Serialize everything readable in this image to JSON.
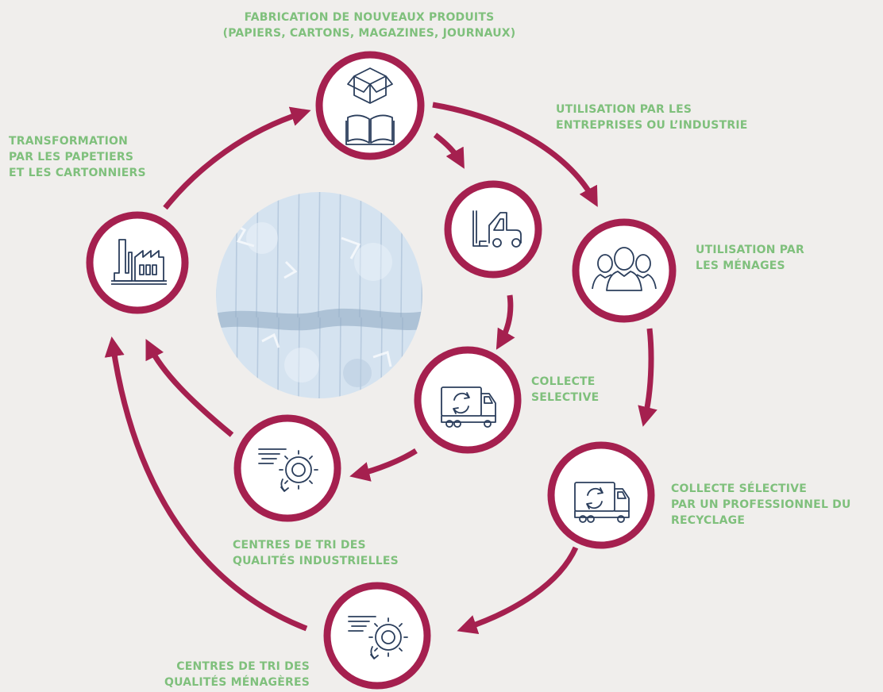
{
  "colors": {
    "background": "#f0eeec",
    "arrow": "#a5204f",
    "circle_stroke": "#a5204f",
    "circle_fill": "#ffffff",
    "icon": "#2b3e5c",
    "label": "#7fc07c",
    "bale": "#c8daec"
  },
  "steps": {
    "manufacturing": {
      "icon": "box-and-book-icon",
      "lines": [
        "FABRICATION DE NOUVEAUX PRODUITS",
        "(PAPIERS, CARTONS, MAGAZINES, JOURNAUX)"
      ]
    },
    "business_use": {
      "icon": "forklift-icon",
      "lines": [
        "UTILISATION PAR LES",
        "ENTREPRISES OU L’INDUSTRIE"
      ]
    },
    "household_use": {
      "icon": "people-icon",
      "lines": [
        "UTILISATION PAR",
        "LES MÉNAGES"
      ]
    },
    "selective_collection": {
      "icon": "recycling-truck-icon",
      "lines": [
        "COLLECTE",
        "SELECTIVE"
      ]
    },
    "professional_collection": {
      "icon": "recycling-truck-icon",
      "lines": [
        "COLLECTE SÉLECTIVE",
        "PAR UN PROFESSIONNEL DU",
        "RECYCLAGE"
      ]
    },
    "industrial_sorting": {
      "icon": "sorting-gear-icon",
      "lines": [
        "CENTRES DE TRI DES",
        "QUALITÉS INDUSTRIELLES"
      ]
    },
    "household_sorting": {
      "icon": "sorting-gear-icon",
      "lines": [
        "CENTRES DE TRI DES",
        "QUALITÉS MÉNAGÈRES"
      ]
    },
    "transformation": {
      "icon": "factory-icon",
      "lines": [
        "TRANSFORMATION",
        "PAR LES PAPETIERS",
        "ET LES CARTONNIERS"
      ]
    }
  },
  "center_image": {
    "icon": "paper-bale-photo"
  }
}
